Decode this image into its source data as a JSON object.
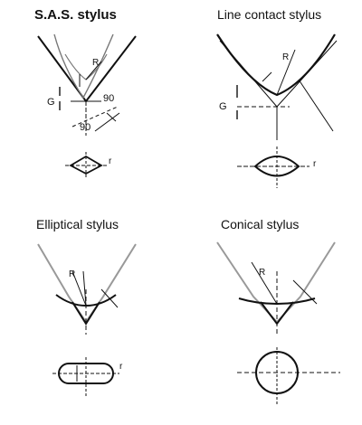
{
  "panels": [
    {
      "title": "S.A.S. stylus",
      "labels": {
        "radius": "R",
        "gap": "G",
        "angle_a": "90",
        "angle_b": "90",
        "tip_radius": "r"
      }
    },
    {
      "title": "Line contact stylus",
      "labels": {
        "radius": "R",
        "gap": "G",
        "tip_radius": "r"
      }
    },
    {
      "title": "Elliptical stylus",
      "labels": {
        "radius": "R",
        "tip_radius": "r"
      }
    },
    {
      "title": "Conical stylus",
      "labels": {
        "radius": "R"
      }
    }
  ],
  "colors": {
    "ink": "#111111",
    "grey": "#999999"
  }
}
